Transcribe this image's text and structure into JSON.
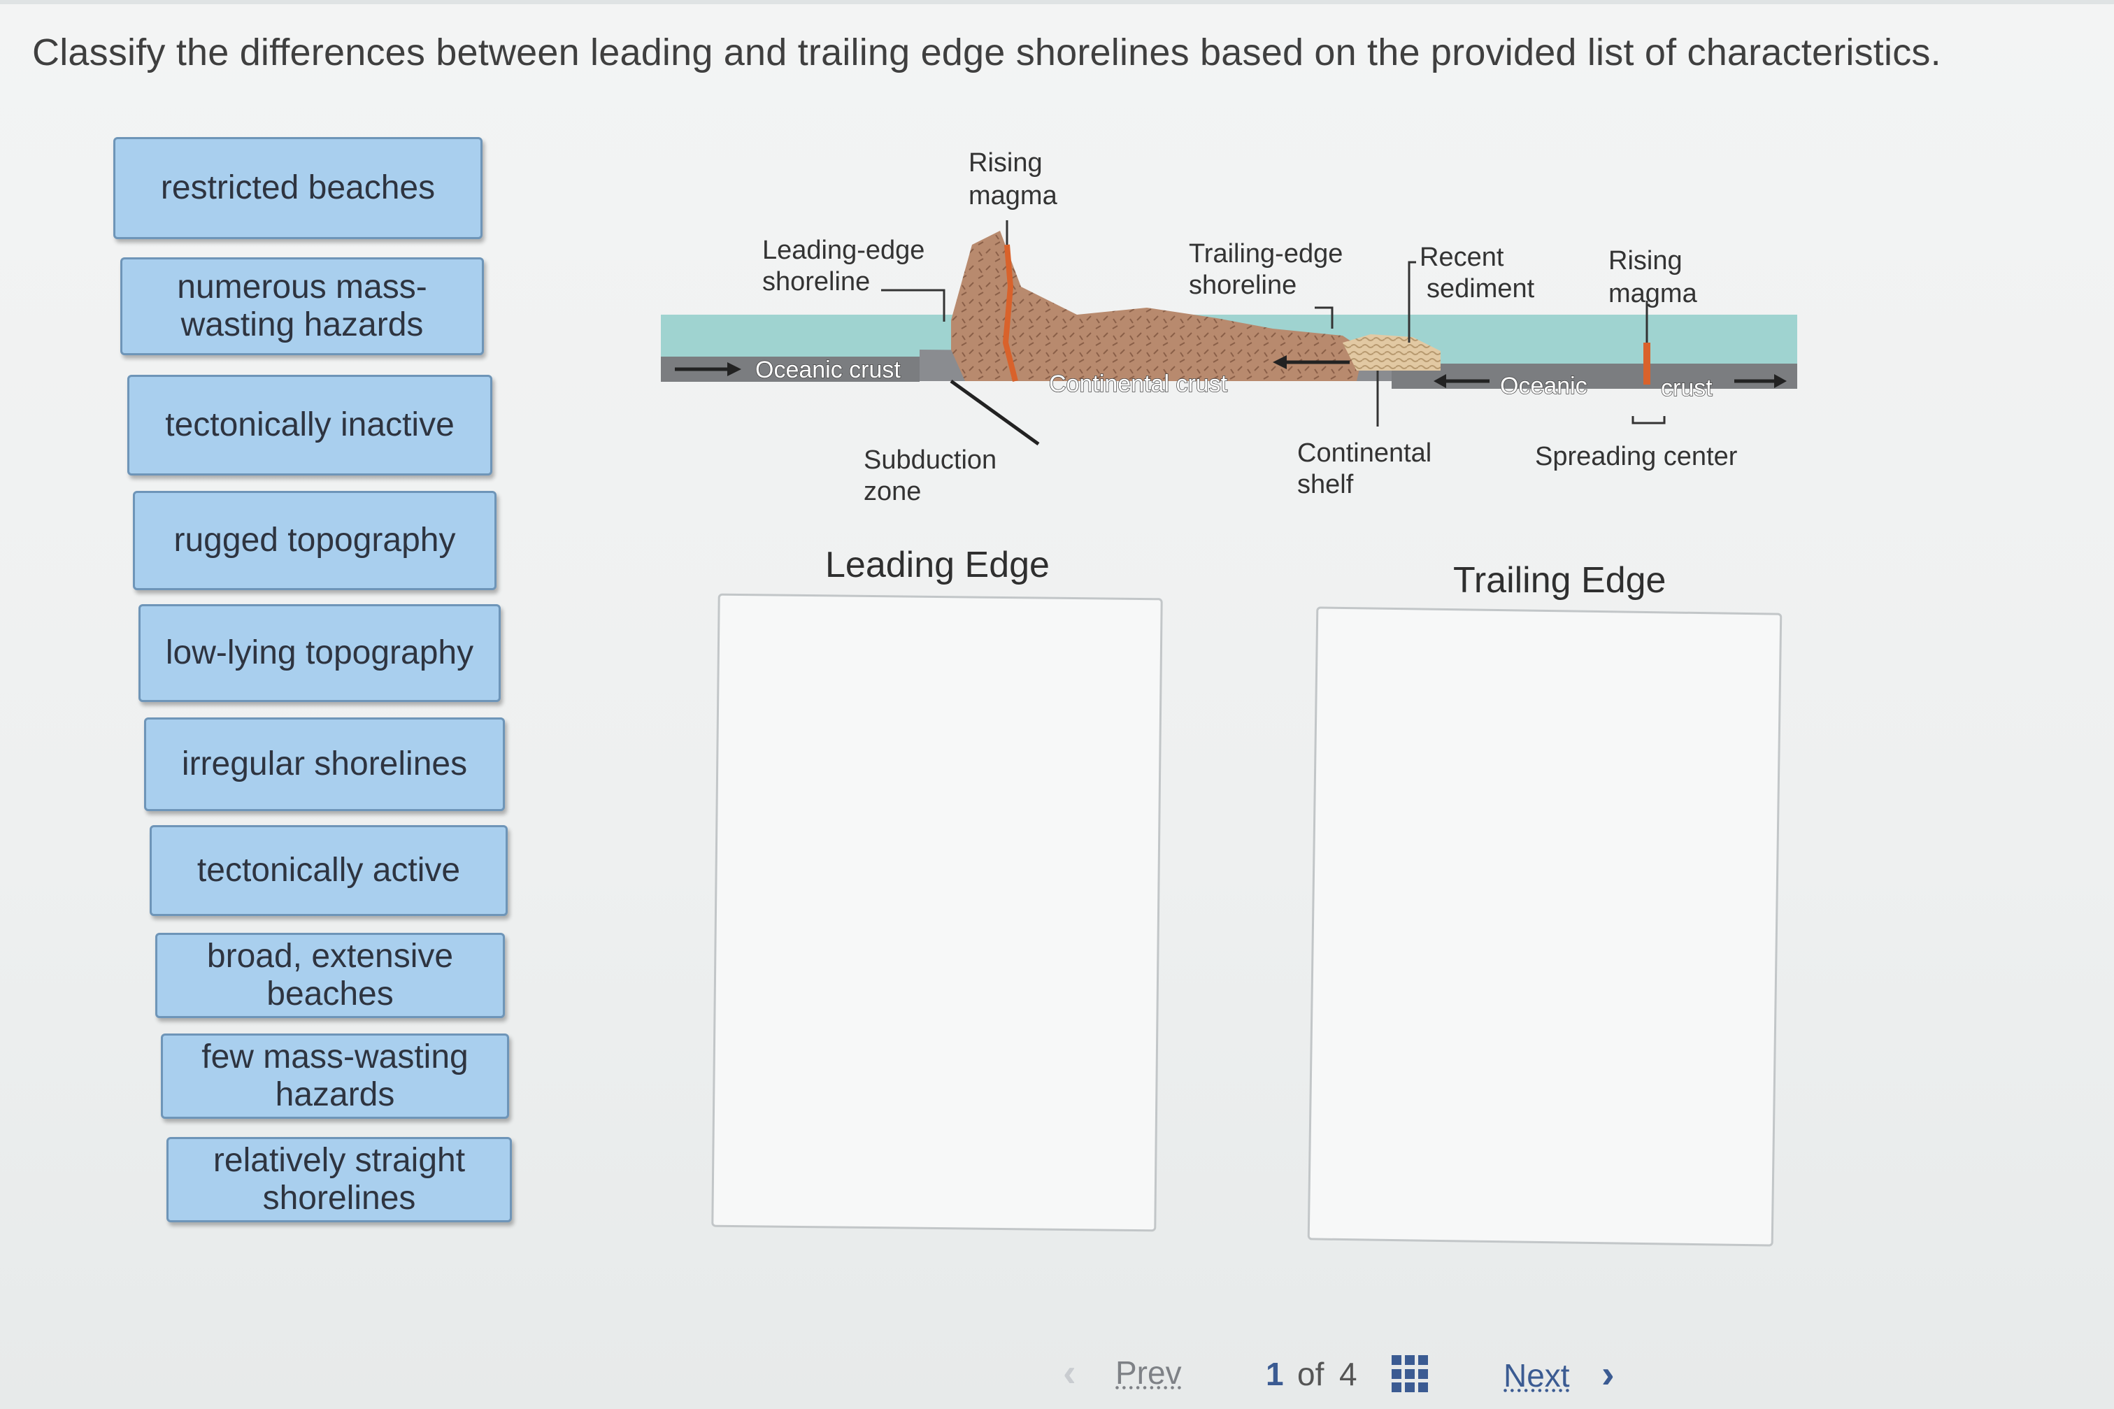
{
  "instructions": "Classify the differences between leading and trailing edge shorelines based on the provided list of characteristics.",
  "cards": [
    "restricted beaches",
    "numerous mass-wasting hazards",
    "tectonically inactive",
    "rugged topography",
    "low-lying topography",
    "irregular shorelines",
    "tectonically active",
    "broad, extensive beaches",
    "few mass-wasting hazards",
    "relatively straight shorelines"
  ],
  "diagram": {
    "rising_magma_left": [
      "Rising",
      "magma"
    ],
    "leading_edge_shoreline": [
      "Leading-edge",
      "shoreline"
    ],
    "trailing_edge_shoreline": [
      "Trailing-edge",
      "shoreline"
    ],
    "recent_sediment": [
      "Recent",
      "sediment"
    ],
    "rising_magma_right": [
      "Rising",
      "magma"
    ],
    "oceanic_crust_left": "Oceanic crust",
    "continental_crust": "Continental crust",
    "oceanic_right": "Oceanic",
    "crust_right": "crust",
    "subduction_zone": [
      "Subduction",
      "zone"
    ],
    "continental_shelf": [
      "Continental",
      "shelf"
    ],
    "spreading_center": "Spreading center"
  },
  "zones": {
    "leading_title": "Leading Edge",
    "trailing_title": "Trailing Edge"
  },
  "pager": {
    "prev": "Prev",
    "current": "1",
    "of": "of",
    "total": "4",
    "next": "Next",
    "icons": {
      "prev": "chevron-left-icon",
      "grid": "grid-icon",
      "next": "chevron-right-icon"
    },
    "colors": {
      "link": "#3b5b92",
      "disabled": "#c9ccd0"
    }
  },
  "colors": {
    "card_fill": "#a9cfee",
    "card_border": "#6e95b8",
    "water": "#9fd3d0",
    "crust": "#7a7a7a",
    "rock": "#b88a6e",
    "magma": "#d9622b"
  }
}
